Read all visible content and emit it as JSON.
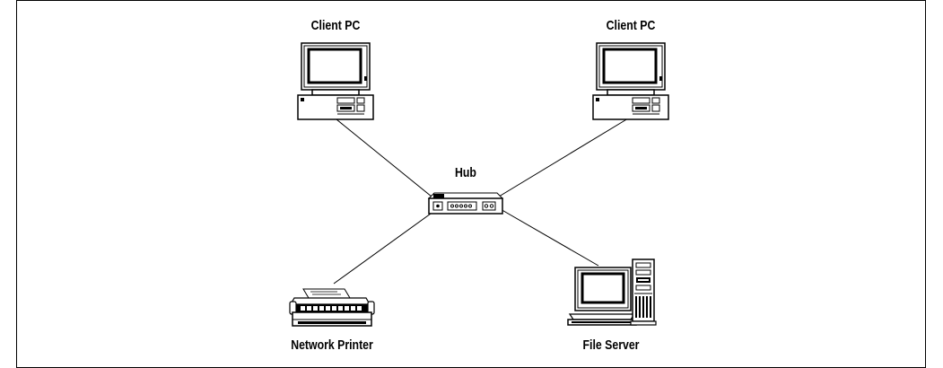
{
  "nodes": {
    "client_left": {
      "label": "Client PC"
    },
    "client_right": {
      "label": "Client PC"
    },
    "hub": {
      "label": "Hub"
    },
    "printer": {
      "label": "Network Printer"
    },
    "server": {
      "label": "File Server"
    }
  },
  "connections": [
    {
      "from": "client_left",
      "to": "hub"
    },
    {
      "from": "client_right",
      "to": "hub"
    },
    {
      "from": "printer",
      "to": "hub"
    },
    {
      "from": "server",
      "to": "hub"
    }
  ]
}
